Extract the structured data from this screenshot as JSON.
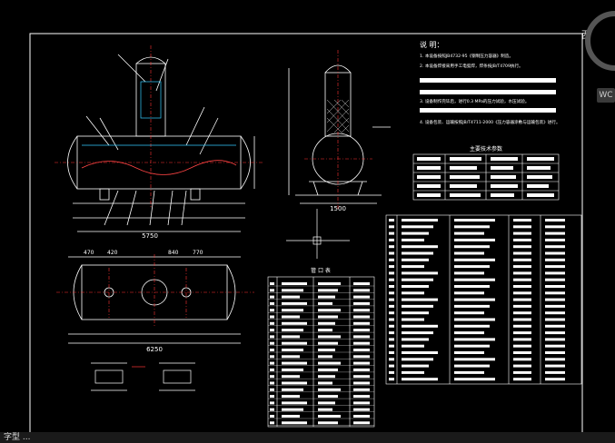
{
  "viewcube": {
    "direction_label": "西",
    "wcs_label": "WC"
  },
  "command_line": {
    "text": "字型 ..."
  },
  "notes": {
    "title": "说   明：",
    "lines": [
      "1. 本设备按照JB4732-95《钢制压力容器》制造。",
      "2. 本设备焊接采用手工电弧焊，焊条按JB/T4709执行。",
      "3. 设备制作完毕后，进行0.3 MPa的压力试验，水压试验。",
      "4. 设备包装、运输按照JB/T4711-2000《压力容器涂敷与运输包装》进行。"
    ]
  },
  "tables": {
    "tech_params_title": "主要技术参数",
    "nozzle_table_title": "管 口 表"
  },
  "dims": {
    "front_bottom": "5750",
    "plan_total": "6250",
    "side_width": "1500",
    "plan_a": "470",
    "plan_b": "420",
    "plan_c": "840",
    "plan_d": "770"
  }
}
